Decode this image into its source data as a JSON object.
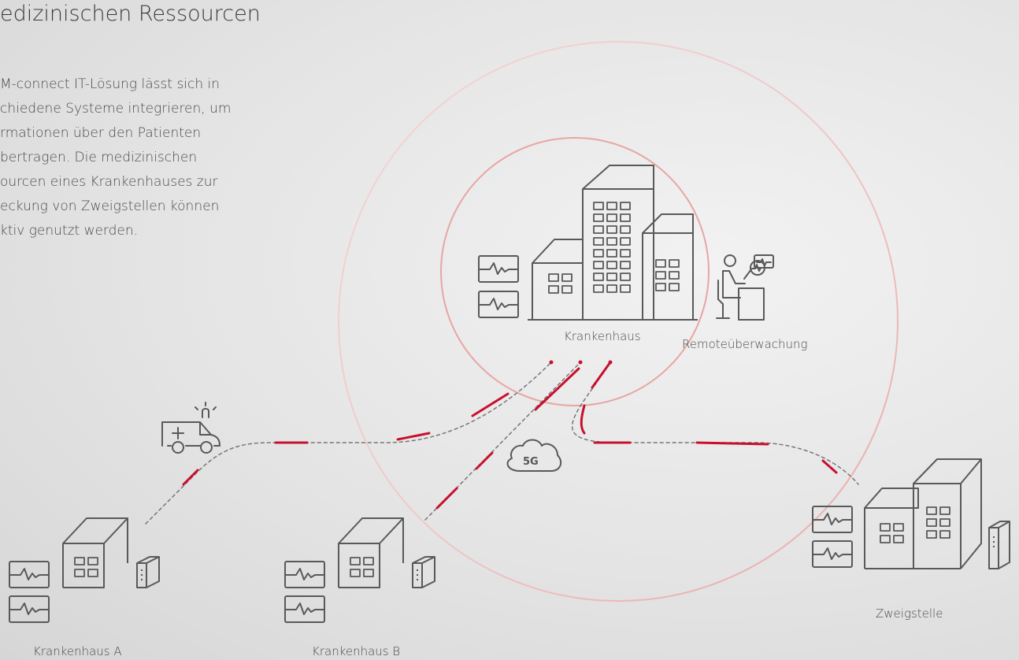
{
  "header": {
    "title": "edizinischen Ressourcen"
  },
  "description": {
    "lines": [
      "M-connect IT-Lösung lässt sich in",
      "chiedene Systeme integrieren, um",
      "rmationen über den Patienten",
      "bertragen. Die medizinischen",
      "ourcen eines Krankenhauses zur",
      "eckung von Zweigstellen können",
      "ktiv genutzt werden."
    ]
  },
  "nodes": {
    "main_hospital": "Krankenhaus",
    "remote_monitoring": "Remoteüberwachung",
    "hospital_a": "Krankenhaus A",
    "hospital_b": "Krankenhaus B",
    "branch": "Zweigstelle",
    "network": "5G"
  },
  "colors": {
    "accent": "#c8102e",
    "icon_stroke": "#595959",
    "dash": "#777777",
    "ring": "#e8a5a5"
  }
}
